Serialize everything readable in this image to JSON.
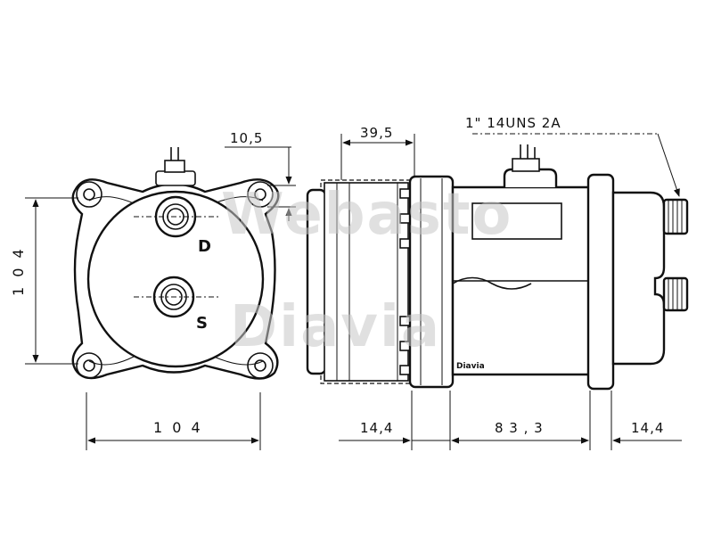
{
  "front_view": {
    "height_dim": "1 0 4",
    "width_dim": "1 0 4",
    "offset_dim": "10,5",
    "port_discharge": "D",
    "port_suction": "S"
  },
  "side_view": {
    "clutch_dim": "39,5",
    "thread_spec": "1\"   14UNS  2A",
    "dim_left": "14,4",
    "dim_middle": "8 3 , 3",
    "dim_right": "14,4",
    "brand_label": "Diavia"
  },
  "watermark": {
    "line1": "Webasto",
    "line2": "Diavia"
  }
}
